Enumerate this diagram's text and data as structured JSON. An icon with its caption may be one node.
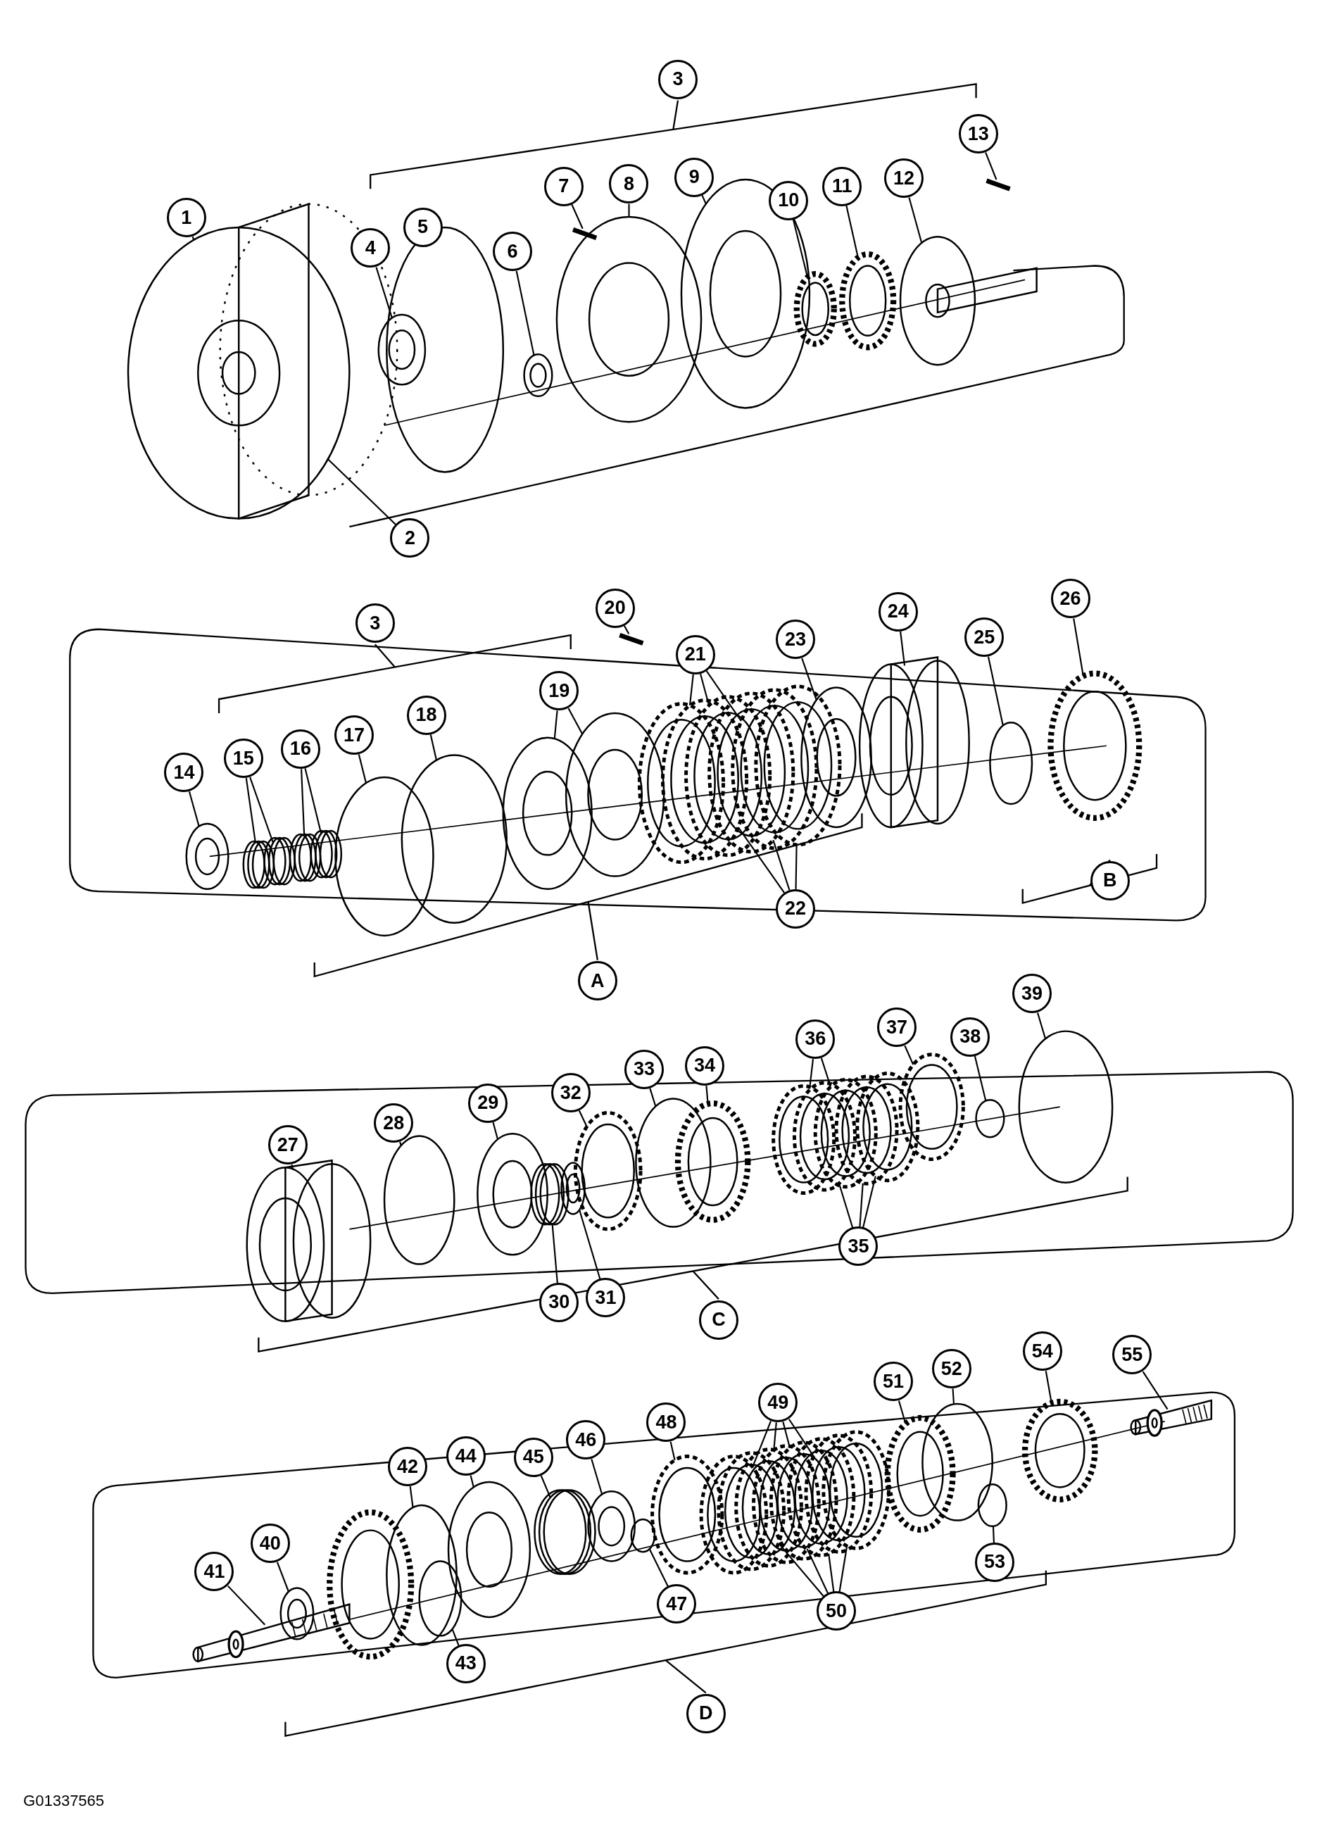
{
  "diagram": {
    "nodes": [
      {
        "text": [
          "1"
        ]
      },
      {
        "text": [
          "2"
        ]
      },
      {
        "text": [
          "3"
        ]
      },
      {
        "text": [
          "4"
        ]
      },
      {
        "text": [
          "5"
        ]
      },
      {
        "text": [
          "6"
        ]
      },
      {
        "text": [
          "7"
        ]
      },
      {
        "text": [
          "8"
        ]
      },
      {
        "text": [
          "9"
        ]
      },
      {
        "text": [
          "10"
        ]
      },
      {
        "text": [
          "11"
        ]
      },
      {
        "text": [
          "12"
        ]
      },
      {
        "text": [
          "13"
        ]
      },
      {
        "text": [
          "3"
        ]
      },
      {
        "text": [
          "14"
        ]
      },
      {
        "text": [
          "15"
        ]
      },
      {
        "text": [
          "16"
        ]
      },
      {
        "text": [
          "17"
        ]
      },
      {
        "text": [
          "18"
        ]
      },
      {
        "text": [
          "19"
        ]
      },
      {
        "text": [
          "20"
        ]
      },
      {
        "text": [
          "21"
        ]
      },
      {
        "text": [
          "23"
        ]
      },
      {
        "text": [
          "24"
        ]
      },
      {
        "text": [
          "25"
        ]
      },
      {
        "text": [
          "26"
        ]
      },
      {
        "text": [
          "22"
        ]
      },
      {
        "text": [
          "A"
        ]
      },
      {
        "text": [
          "B"
        ]
      },
      {
        "text": [
          "27"
        ]
      },
      {
        "text": [
          "28"
        ]
      },
      {
        "text": [
          "29"
        ]
      },
      {
        "text": [
          "32"
        ]
      },
      {
        "text": [
          "33"
        ]
      },
      {
        "text": [
          "34"
        ]
      },
      {
        "text": [
          "36"
        ]
      },
      {
        "text": [
          "37"
        ]
      },
      {
        "text": [
          "38"
        ]
      },
      {
        "text": [
          "39"
        ]
      },
      {
        "text": [
          "30"
        ]
      },
      {
        "text": [
          "31"
        ]
      },
      {
        "text": [
          "35"
        ]
      },
      {
        "text": [
          "C"
        ]
      },
      {
        "text": [
          "41"
        ]
      },
      {
        "text": [
          "40"
        ]
      },
      {
        "text": [
          "42"
        ]
      },
      {
        "text": [
          "44"
        ]
      },
      {
        "text": [
          "45"
        ]
      },
      {
        "text": [
          "46"
        ]
      },
      {
        "text": [
          "48"
        ]
      },
      {
        "text": [
          "49"
        ]
      },
      {
        "text": [
          "51"
        ]
      },
      {
        "text": [
          "52"
        ]
      },
      {
        "text": [
          "54"
        ]
      },
      {
        "text": [
          "55"
        ]
      },
      {
        "text": [
          "43"
        ]
      },
      {
        "text": [
          "47"
        ]
      },
      {
        "text": [
          "50"
        ]
      },
      {
        "text": [
          "53"
        ]
      },
      {
        "text": [
          "D"
        ]
      },
      {
        "text": [],
        "shape": "picture"
      },
      {
        "text": [],
        "shape": "picture"
      },
      {
        "text": [],
        "shape": "circle"
      },
      {
        "text": [],
        "shape": "picture"
      },
      {
        "text": [],
        "shape": "picture"
      },
      {
        "text": [],
        "shape": "picture"
      },
      {
        "text": [],
        "shape": "picture"
      },
      {
        "text": [],
        "shape": "picture"
      },
      {
        "text": [],
        "shape": "picture"
      },
      {
        "text": [],
        "shape": "picture"
      },
      {
        "text": [],
        "shape": "picture"
      },
      {
        "text": [],
        "shape": "picture"
      },
      {
        "text": [],
        "shape": "circle"
      },
      {
        "text": [],
        "shape": "circle"
      },
      {
        "text": [],
        "shape": "circle"
      },
      {
        "text": [],
        "shape": "circle"
      },
      {
        "text": [],
        "shape": "circle"
      },
      {
        "text": [],
        "shape": "circle"
      },
      {
        "text": [],
        "shape": "picture"
      },
      {
        "text": [],
        "shape": "picture"
      },
      {
        "text": [],
        "shape": "picture"
      },
      {
        "text": [],
        "shape": "picture"
      },
      {
        "text": [],
        "shape": "picture"
      },
      {
        "text": [],
        "shape": "picture"
      },
      {
        "text": [],
        "shape": "picture"
      },
      {
        "text": [],
        "shape": "picture"
      },
      {
        "text": [],
        "shape": "picture"
      },
      {
        "text": [],
        "shape": "picture"
      },
      {
        "text": [],
        "shape": "circle"
      },
      {
        "text": [],
        "shape": "picture"
      },
      {
        "text": [],
        "shape": "picture"
      },
      {
        "text": [],
        "shape": "circle"
      },
      {
        "text": [],
        "shape": "picture"
      },
      {
        "text": [],
        "shape": "circle"
      },
      {
        "text": [],
        "shape": "picture"
      },
      {
        "text": [],
        "shape": "picture"
      },
      {
        "text": [],
        "shape": "circle"
      },
      {
        "text": [],
        "shape": "picture"
      },
      {
        "text": [],
        "shape": "picture"
      },
      {
        "text": [],
        "shape": "picture"
      },
      {
        "text": [],
        "shape": "picture"
      },
      {
        "text": [],
        "shape": "picture"
      },
      {
        "text": [],
        "shape": "picture"
      },
      {
        "text": [],
        "shape": "picture"
      },
      {
        "text": [],
        "shape": "circle"
      },
      {
        "text": [],
        "shape": "circle"
      },
      {
        "text": [],
        "shape": "picture"
      },
      {
        "text": [],
        "shape": "picture"
      },
      {
        "text": [],
        "shape": "picture"
      },
      {
        "text": [],
        "shape": "circle"
      },
      {
        "text": [],
        "shape": "circle"
      },
      {
        "text": [],
        "shape": "picture"
      },
      {
        "text": [],
        "shape": "circle"
      },
      {
        "text": [],
        "shape": "picture"
      },
      {
        "text": [],
        "shape": "circle"
      },
      {
        "text": [],
        "shape": "picture"
      },
      {
        "text": [],
        "shape": "picture"
      },
      {
        "text": [],
        "shape": "picture"
      },
      {
        "text": [],
        "shape": "picture"
      },
      {
        "text": [],
        "shape": "picture"
      },
      {
        "text": [],
        "shape": "picture"
      },
      {
        "text": [],
        "shape": "picture"
      },
      {
        "text": [],
        "shape": "picture"
      },
      {
        "text": [],
        "shape": "picture"
      },
      {
        "text": [],
        "shape": "picture"
      },
      {
        "text": [],
        "shape": "circle"
      },
      {
        "text": [],
        "shape": "circle"
      },
      {
        "text": [],
        "shape": "picture"
      },
      {
        "text": [],
        "shape": "picture"
      },
      {
        "text": [],
        "shape": "picture"
      }
    ],
    "edges": [
      {
        "from": 0,
        "to": 60,
        "arrow": "none"
      },
      {
        "from": 1,
        "to": 60,
        "arrow": "none"
      },
      {
        "from": 3,
        "to": 61,
        "arrow": "none"
      },
      {
        "from": 4,
        "to": 62,
        "arrow": "none"
      },
      {
        "from": 5,
        "to": 63,
        "arrow": "none"
      },
      {
        "from": 6,
        "to": 64,
        "arrow": "none"
      },
      {
        "from": 7,
        "to": 65,
        "arrow": "none"
      },
      {
        "from": 8,
        "to": 66,
        "arrow": "none"
      },
      {
        "from": 9,
        "to": 67,
        "arrow": "none"
      },
      {
        "from": 10,
        "to": 68,
        "arrow": "none"
      },
      {
        "from": 11,
        "to": 69,
        "arrow": "none"
      },
      {
        "from": 12,
        "to": 70,
        "arrow": "none"
      },
      {
        "from": 14,
        "to": 71,
        "arrow": "none"
      },
      {
        "from": 15,
        "to": 72,
        "arrow": "none"
      },
      {
        "from": 15,
        "to": 73,
        "arrow": "none"
      },
      {
        "from": 16,
        "to": 74,
        "arrow": "none"
      },
      {
        "from": 16,
        "to": 75,
        "arrow": "none"
      },
      {
        "from": 17,
        "to": 76,
        "arrow": "none"
      },
      {
        "from": 18,
        "to": 77,
        "arrow": "none"
      },
      {
        "from": 19,
        "to": 79,
        "arrow": "none"
      },
      {
        "from": 19,
        "to": 80,
        "arrow": "none"
      },
      {
        "from": 20,
        "to": 78,
        "arrow": "none"
      },
      {
        "from": 21,
        "to": 81,
        "arrow": "none"
      },
      {
        "from": 21,
        "to": 83,
        "arrow": "none"
      },
      {
        "from": 21,
        "to": 85,
        "arrow": "none"
      },
      {
        "from": 22,
        "to": 129,
        "arrow": "none"
      },
      {
        "from": 23,
        "to": 87,
        "arrow": "none"
      },
      {
        "from": 24,
        "to": 88,
        "arrow": "none"
      },
      {
        "from": 25,
        "to": 89,
        "arrow": "none"
      },
      {
        "from": 26,
        "to": 82,
        "arrow": "none"
      },
      {
        "from": 26,
        "to": 84,
        "arrow": "none"
      },
      {
        "from": 26,
        "to": 86,
        "arrow": "none"
      },
      {
        "from": 29,
        "to": 90,
        "arrow": "none"
      },
      {
        "from": 30,
        "to": 91,
        "arrow": "none"
      },
      {
        "from": 31,
        "to": 92,
        "arrow": "none"
      },
      {
        "from": 32,
        "to": 95,
        "arrow": "none"
      },
      {
        "from": 33,
        "to": 96,
        "arrow": "none"
      },
      {
        "from": 34,
        "to": 97,
        "arrow": "none"
      },
      {
        "from": 35,
        "to": 98,
        "arrow": "none"
      },
      {
        "from": 35,
        "to": 100,
        "arrow": "none"
      },
      {
        "from": 36,
        "to": 103,
        "arrow": "none"
      },
      {
        "from": 37,
        "to": 104,
        "arrow": "none"
      },
      {
        "from": 38,
        "to": 105,
        "arrow": "none"
      },
      {
        "from": 39,
        "to": 93,
        "arrow": "none"
      },
      {
        "from": 40,
        "to": 94,
        "arrow": "none"
      },
      {
        "from": 41,
        "to": 99,
        "arrow": "none"
      },
      {
        "from": 41,
        "to": 101,
        "arrow": "none"
      },
      {
        "from": 41,
        "to": 102,
        "arrow": "none"
      },
      {
        "from": 43,
        "to": 106,
        "arrow": "none"
      },
      {
        "from": 44,
        "to": 107,
        "arrow": "none"
      },
      {
        "from": 45,
        "to": 109,
        "arrow": "none"
      },
      {
        "from": 46,
        "to": 111,
        "arrow": "none"
      },
      {
        "from": 47,
        "to": 112,
        "arrow": "none"
      },
      {
        "from": 48,
        "to": 113,
        "arrow": "none"
      },
      {
        "from": 49,
        "to": 115,
        "arrow": "none"
      },
      {
        "from": 50,
        "to": 116,
        "arrow": "none"
      },
      {
        "from": 50,
        "to": 118,
        "arrow": "none"
      },
      {
        "from": 50,
        "to": 120,
        "arrow": "none"
      },
      {
        "from": 50,
        "to": 122,
        "arrow": "none"
      },
      {
        "from": 51,
        "to": 124,
        "arrow": "none"
      },
      {
        "from": 52,
        "to": 125,
        "arrow": "none"
      },
      {
        "from": 53,
        "to": 127,
        "arrow": "none"
      },
      {
        "from": 54,
        "to": 128,
        "arrow": "none"
      },
      {
        "from": 55,
        "to": 110,
        "arrow": "none"
      },
      {
        "from": 56,
        "to": 114,
        "arrow": "none"
      },
      {
        "from": 57,
        "to": 117,
        "arrow": "none"
      },
      {
        "from": 57,
        "to": 119,
        "arrow": "none"
      },
      {
        "from": 57,
        "to": 121,
        "arrow": "none"
      },
      {
        "from": 57,
        "to": 123,
        "arrow": "none"
      },
      {
        "from": 58,
        "to": 126,
        "arrow": "none"
      }
    ],
    "labels": [
      "G01337565"
    ]
  }
}
